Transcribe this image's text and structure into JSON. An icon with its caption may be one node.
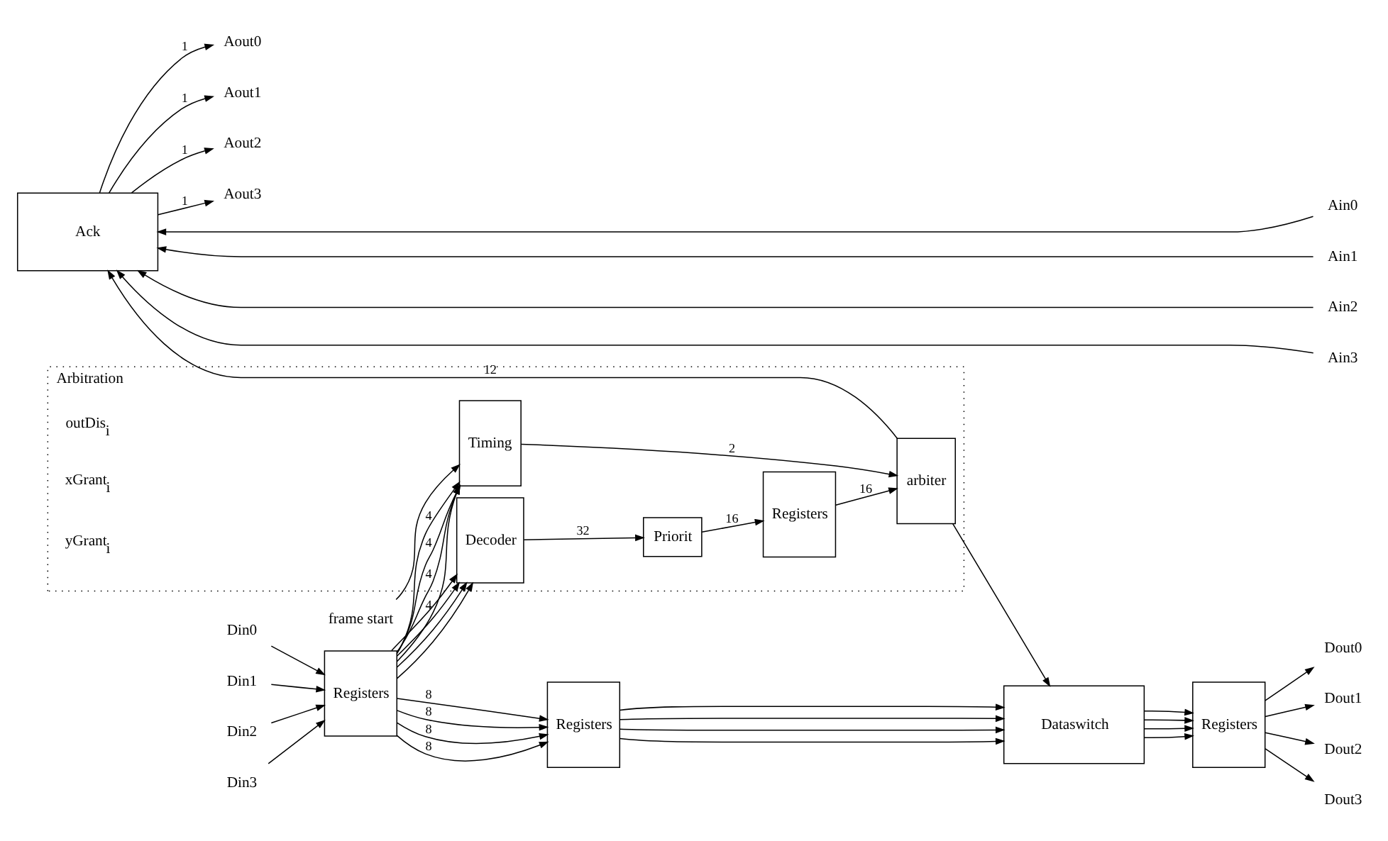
{
  "diagram": {
    "nodes": [
      {
        "text": [
          "Ack"
        ]
      },
      {
        "text": [
          "Aout0"
        ]
      },
      {
        "text": [
          "Aout1"
        ]
      },
      {
        "text": [
          "Aout2"
        ]
      },
      {
        "text": [
          "Aout3"
        ]
      },
      {
        "text": [
          "Ain0"
        ]
      },
      {
        "text": [
          "Ain1"
        ]
      },
      {
        "text": [
          "Ain2"
        ]
      },
      {
        "text": [
          "Ain3"
        ]
      },
      {
        "text": [
          "frame start"
        ]
      },
      {
        "text": [
          "Arbitration"
        ]
      },
      {
        "text": [
          "Timing"
        ],
        "in": 10
      },
      {
        "text": [
          "Decoder"
        ],
        "in": 10
      },
      {
        "text": [
          "Priorit"
        ],
        "in": 10
      },
      {
        "text": [
          "Registers"
        ],
        "in": 10
      },
      {
        "text": [
          "arbiter"
        ],
        "in": 10
      },
      {
        "text": [
          "Din0"
        ]
      },
      {
        "text": [
          "Din1"
        ]
      },
      {
        "text": [
          "Din2"
        ]
      },
      {
        "text": [
          "Din3"
        ]
      },
      {
        "text": [
          "Registers"
        ]
      },
      {
        "text": [
          "Registers"
        ]
      },
      {
        "text": [
          "Dataswitch"
        ]
      },
      {
        "text": [
          "Registers"
        ]
      },
      {
        "text": [
          "Dout0"
        ]
      },
      {
        "text": [
          "Dout1"
        ]
      },
      {
        "text": [
          "Dout2"
        ]
      },
      {
        "text": [
          "Dout3"
        ]
      }
    ],
    "edges": [
      {
        "from": 0,
        "to": 1,
        "arrow": "to",
        "label": "1"
      },
      {
        "from": 0,
        "to": 2,
        "arrow": "to",
        "label": "1"
      },
      {
        "from": 0,
        "to": 3,
        "arrow": "to",
        "label": "1"
      },
      {
        "from": 0,
        "to": 4,
        "arrow": "to",
        "label": "1"
      },
      {
        "from": 5,
        "to": 0,
        "arrow": "to"
      },
      {
        "from": 6,
        "to": 0,
        "arrow": "to"
      },
      {
        "from": 7,
        "to": 0,
        "arrow": "to"
      },
      {
        "from": 8,
        "to": 0,
        "arrow": "to"
      },
      {
        "from": 9,
        "to": 11,
        "arrow": "to"
      },
      {
        "from": 11,
        "to": 15,
        "arrow": "to",
        "label": "2"
      },
      {
        "from": 12,
        "to": 13,
        "arrow": "to",
        "label": "32"
      },
      {
        "from": 13,
        "to": 14,
        "arrow": "to",
        "label": "16"
      },
      {
        "from": 14,
        "to": 15,
        "arrow": "to",
        "label": "16"
      },
      {
        "from": 15,
        "to": 0,
        "arrow": "to",
        "label": "12"
      },
      {
        "from": 15,
        "to": 22,
        "arrow": "to"
      },
      {
        "from": 16,
        "to": 20,
        "arrow": "to"
      },
      {
        "from": 17,
        "to": 20,
        "arrow": "to"
      },
      {
        "from": 18,
        "to": 20,
        "arrow": "to"
      },
      {
        "from": 19,
        "to": 20,
        "arrow": "to"
      },
      {
        "from": 20,
        "to": 11,
        "arrow": "to",
        "label": "4"
      },
      {
        "from": 20,
        "to": 11,
        "arrow": "to",
        "label": "4"
      },
      {
        "from": 20,
        "to": 11,
        "arrow": "to",
        "label": "4"
      },
      {
        "from": 20,
        "to": 11,
        "arrow": "to",
        "label": "4"
      },
      {
        "from": 20,
        "to": 12,
        "arrow": "to"
      },
      {
        "from": 20,
        "to": 12,
        "arrow": "to"
      },
      {
        "from": 20,
        "to": 12,
        "arrow": "to"
      },
      {
        "from": 20,
        "to": 12,
        "arrow": "to"
      },
      {
        "from": 20,
        "to": 21,
        "arrow": "to",
        "label": "8"
      },
      {
        "from": 20,
        "to": 21,
        "arrow": "to",
        "label": "8"
      },
      {
        "from": 20,
        "to": 21,
        "arrow": "to",
        "label": "8"
      },
      {
        "from": 20,
        "to": 21,
        "arrow": "to",
        "label": "8"
      },
      {
        "from": 21,
        "to": 22,
        "arrow": "to"
      },
      {
        "from": 21,
        "to": 22,
        "arrow": "to"
      },
      {
        "from": 21,
        "to": 22,
        "arrow": "to"
      },
      {
        "from": 21,
        "to": 22,
        "arrow": "to"
      },
      {
        "from": 22,
        "to": 23,
        "arrow": "to"
      },
      {
        "from": 22,
        "to": 23,
        "arrow": "to"
      },
      {
        "from": 22,
        "to": 23,
        "arrow": "to"
      },
      {
        "from": 22,
        "to": 23,
        "arrow": "to"
      },
      {
        "from": 23,
        "to": 24,
        "arrow": "to"
      },
      {
        "from": 23,
        "to": 25,
        "arrow": "to"
      },
      {
        "from": 23,
        "to": 26,
        "arrow": "to"
      },
      {
        "from": 23,
        "to": 27,
        "arrow": "to"
      }
    ],
    "labels": [
      "outDis$_{i}$",
      "xGrant$_{i}$",
      "yGrant$_{i}$"
    ]
  }
}
